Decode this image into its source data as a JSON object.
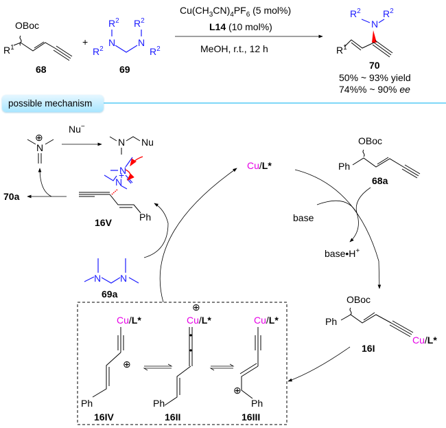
{
  "reaction": {
    "substrate_label": "68",
    "reagent_label": "69",
    "product_label": "70",
    "substrate_group": "OBoc",
    "r1": "R",
    "r1_sup": "1",
    "r2": "R",
    "r2_sup": "2",
    "amine_atom": "N",
    "conditions": {
      "catalyst": "Cu(CH3CN)4PF6 (5 mol%)",
      "catalyst_parts": [
        "Cu(CH",
        "3",
        "CN)",
        "4",
        "PF",
        "6",
        " (5 mol%)"
      ],
      "ligand_bold": "L14",
      "ligand_rest": " (10 mol%)",
      "solvent": "MeOH, r.t., 12 h"
    },
    "yield": "50% ~ 93% yield",
    "ee_value": "74%% ~ 90% ",
    "ee_unit": "ee",
    "plus": "+"
  },
  "section": {
    "title": "possible mechanism"
  },
  "mechanism": {
    "nucleophile": "Nu",
    "nucleophile_charge": "−",
    "iminium_charge": "⊕",
    "iminium_atom": "N",
    "aminal_atom": "N",
    "nu_product": "Nu",
    "intermediate_16V": "16V",
    "product_70a": "70a",
    "catalyst_cu": "Cu",
    "catalyst_sep": "/",
    "catalyst_L": "L*",
    "substrate_68a": "68a",
    "substrate_group": "OBoc",
    "phenyl": "Ph",
    "base": "base",
    "base_h": "base•H",
    "base_h_charge": "+",
    "reagent_69a": "69a",
    "intermediate_16I": "16I",
    "intermediate_16IV": "16IV",
    "intermediate_16II": "16II",
    "intermediate_16III": "16III",
    "cation": "⊕",
    "ammonium_charge": "+"
  },
  "colors": {
    "amine_blue": "#1a1aff",
    "copper_magenta": "#e600e6",
    "arrow_red": "#ff0000",
    "banner_cyan": "#a9e6ff"
  }
}
